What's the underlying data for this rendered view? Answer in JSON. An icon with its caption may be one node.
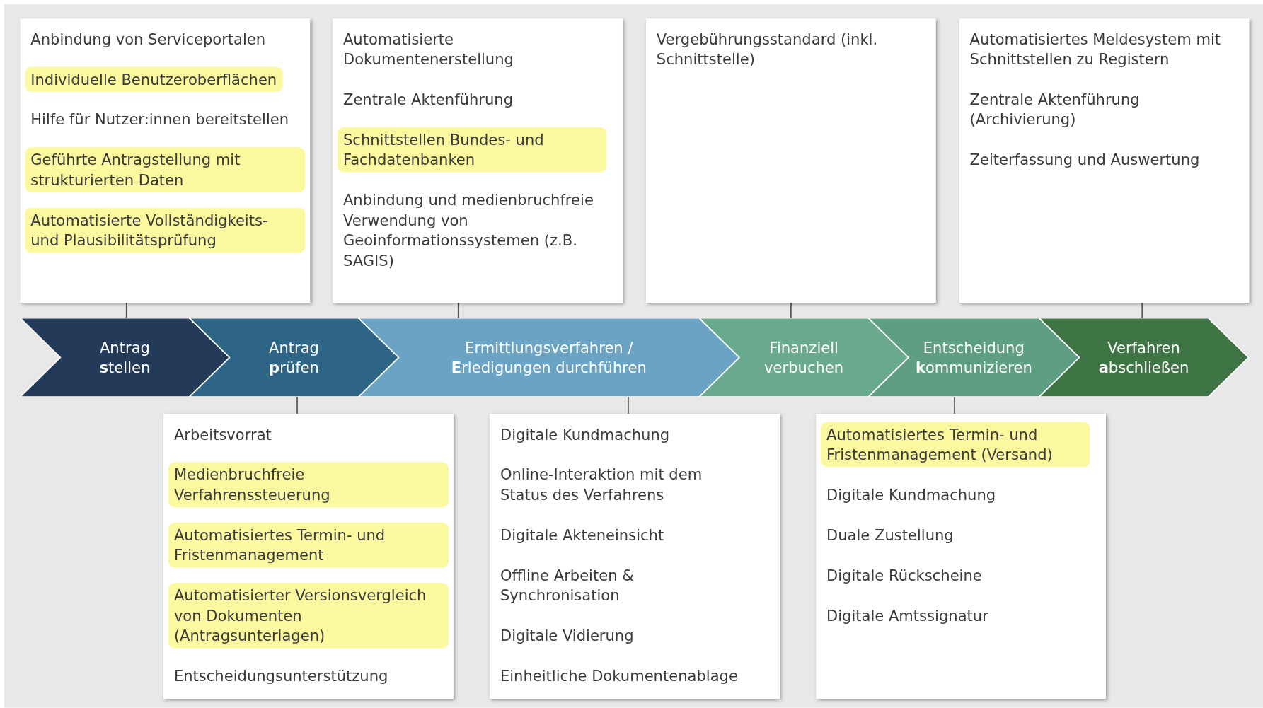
{
  "diagram": {
    "nodes": [
      {
        "text": [],
        "shape": "box"
      },
      {
        "text": [
          "Anbindung von Serviceportalen"
        ],
        "in": 0
      },
      {
        "text": [
          "Individuelle Benutzeroberflächen"
        ],
        "in": 0
      },
      {
        "text": [
          "Hilfe für Nutzer:innen bereitstellen"
        ],
        "in": 0
      },
      {
        "text": [
          "Geführte Antragstellung mit strukturierten Daten"
        ],
        "in": 0
      },
      {
        "text": [
          "Automatisierte Vollständigkeits- und Plausibilitätsprüfung"
        ],
        "in": 0
      },
      {
        "text": [],
        "shape": "box"
      },
      {
        "text": [
          "Automatisierte Dokumentenerstellung"
        ],
        "in": 6
      },
      {
        "text": [
          "Zentrale Aktenführung"
        ],
        "in": 6
      },
      {
        "text": [
          "Schnittstellen Bundes- und Fachdatenbanken"
        ],
        "in": 6
      },
      {
        "text": [
          "Anbindung und medienbruchfreie Verwendung von Geoinformationssystemen (z.B. SAGIS)"
        ],
        "in": 6
      },
      {
        "text": [],
        "shape": "box"
      },
      {
        "text": [
          "Vergebührungsstandard (inkl. Schnittstelle)"
        ],
        "in": 11
      },
      {
        "text": [],
        "shape": "box"
      },
      {
        "text": [
          "Automatisiertes Meldesystem mit Schnittstellen zu Registern"
        ],
        "in": 13
      },
      {
        "text": [
          "Zentrale Aktenführung (Archivierung)"
        ],
        "in": 13
      },
      {
        "text": [
          "Zeiterfassung und Auswertung"
        ],
        "in": 13
      },
      {
        "text": [
          "Antrag **s**tellen"
        ]
      },
      {
        "text": [
          "Antrag **p**rüfen"
        ]
      },
      {
        "text": [
          "Ermittlungsverfahren / **E**rledigungen durchführen"
        ]
      },
      {
        "text": [
          "Finanziell verbuchen"
        ]
      },
      {
        "text": [
          "Entscheidung **k**ommunizieren"
        ]
      },
      {
        "text": [
          "Verfahren **a**bschließen"
        ]
      },
      {
        "text": [],
        "shape": "box"
      },
      {
        "text": [
          "Arbeitsvorrat"
        ],
        "in": 23
      },
      {
        "text": [
          "Medienbruchfreie Verfahrenssteuerung"
        ],
        "in": 23
      },
      {
        "text": [
          "Automatisiertes Termin- und Fristenmanagement"
        ],
        "in": 23
      },
      {
        "text": [
          "Automatisierter Versionsvergleich von Dokumenten (Antragsunterlagen)"
        ],
        "in": 23
      },
      {
        "text": [
          "Entscheidungsunterstützung"
        ],
        "in": 23
      },
      {
        "text": [],
        "shape": "box"
      },
      {
        "text": [
          "Digitale Kundmachung"
        ],
        "in": 29
      },
      {
        "text": [
          "Online-Interaktion mit dem Status des Verfahrens"
        ],
        "in": 29
      },
      {
        "text": [
          "Digitale Akteneinsicht"
        ],
        "in": 29
      },
      {
        "text": [
          "Offline Arbeiten & Synchronisation"
        ],
        "in": 29
      },
      {
        "text": [
          "Digitale Vidierung"
        ],
        "in": 29
      },
      {
        "text": [
          "Einheitliche Dokumentenablage"
        ],
        "in": 29
      },
      {
        "text": [],
        "shape": "box"
      },
      {
        "text": [
          "Automatisiertes Termin- und Fristenmanagement (Versand)"
        ],
        "in": 36
      },
      {
        "text": [
          "Digitale Kundmachung"
        ],
        "in": 36
      },
      {
        "text": [
          "Duale Zustellung"
        ],
        "in": 36
      },
      {
        "text": [
          "Digitale Rückscheine"
        ],
        "in": 36
      },
      {
        "text": [
          "Digitale Amtssignatur"
        ],
        "in": 36
      }
    ],
    "edges": [
      {
        "from": 0,
        "to": 17,
        "arrow": "none"
      },
      {
        "from": 6,
        "to": 19,
        "arrow": "none"
      },
      {
        "from": 11,
        "to": 20,
        "arrow": "none"
      },
      {
        "from": 13,
        "to": 22,
        "arrow": "none"
      },
      {
        "from": 23,
        "to": 18,
        "arrow": "none"
      },
      {
        "from": 29,
        "to": 19,
        "arrow": "none"
      },
      {
        "from": 36,
        "to": 21,
        "arrow": "none"
      }
    ]
  }
}
